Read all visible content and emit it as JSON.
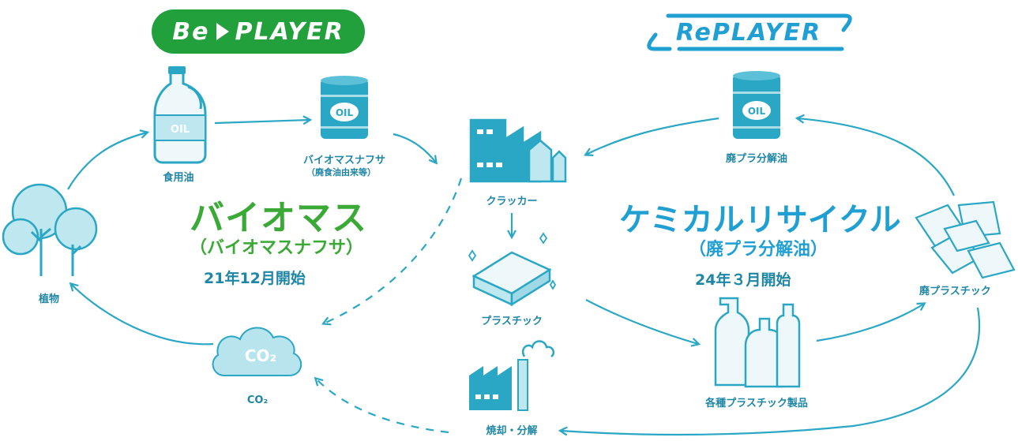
{
  "header": {
    "be_player": {
      "prefix": "Be",
      "suffix": "PLAYER"
    },
    "re_player": "RePLAYER"
  },
  "left": {
    "title": "バイオマス",
    "subtitle": "（バイオマスナフサ）",
    "start": "21年12月開始"
  },
  "right": {
    "title": "ケミカルリサイクル",
    "subtitle": "（廃プラ分解油）",
    "start": "24年３月開始"
  },
  "nodes": {
    "cooking_oil": "食用油",
    "bottle_tag": "OIL",
    "biomass_naphtha": "バイオマスナフサ",
    "biomass_naphtha_note": "（廃食油由来等）",
    "barrel_tag": "OIL",
    "cracker": "クラッカー",
    "plastic": "プラスチック",
    "incineration": "焼却・分解",
    "co2_cloud": "CO₂",
    "co2": "CO₂",
    "plants": "植物",
    "waste_oil": "廃プラ分解油",
    "waste_oil_tag": "OIL",
    "waste_plastic": "廃プラスチック",
    "products": "各種プラスチック製品"
  },
  "colors": {
    "teal": "#2aa7c4",
    "green": "#3aa935",
    "blue": "#1f9fd2"
  }
}
